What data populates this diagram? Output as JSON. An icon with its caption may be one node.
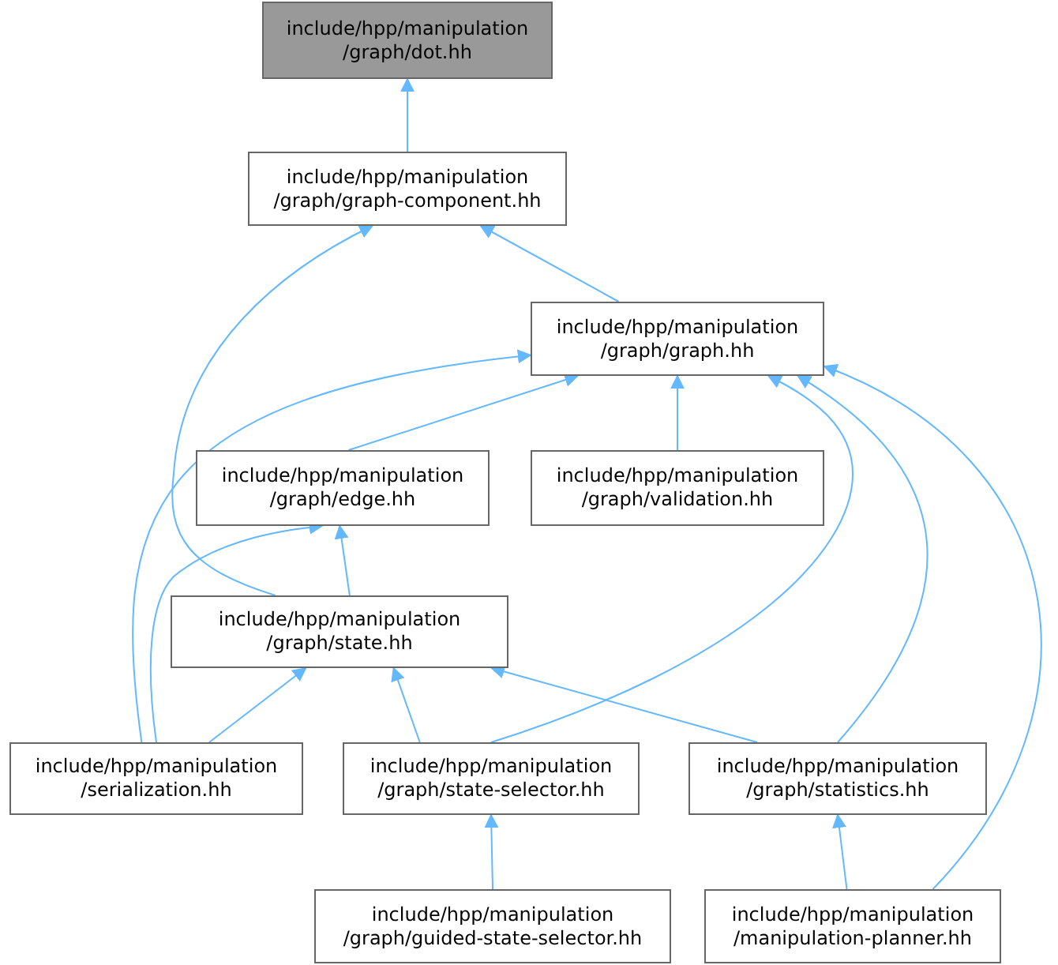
{
  "diagram": {
    "nodes": [
      {
        "text": [
          "include/hpp/manipulation /graph/dot.hh"
        ]
      },
      {
        "text": [
          "include/hpp/manipulation /graph/graph-component.hh"
        ]
      },
      {
        "text": [
          "include/hpp/manipulation /graph/graph.hh"
        ]
      },
      {
        "text": [
          "include/hpp/manipulation /graph/edge.hh"
        ]
      },
      {
        "text": [
          "include/hpp/manipulation /graph/validation.hh"
        ]
      },
      {
        "text": [
          "include/hpp/manipulation /graph/state.hh"
        ]
      },
      {
        "text": [
          "include/hpp/manipulation /serialization.hh"
        ]
      },
      {
        "text": [
          "include/hpp/manipulation /graph/state-selector.hh"
        ]
      },
      {
        "text": [
          "include/hpp/manipulation /graph/statistics.hh"
        ]
      },
      {
        "text": [
          "include/hpp/manipulation /graph/guided-state-selector.hh"
        ]
      },
      {
        "text": [
          "include/hpp/manipulation /manipulation-planner.hh"
        ]
      }
    ],
    "edges": [
      {
        "from": 1,
        "to": 0,
        "arrow": "to"
      },
      {
        "from": 2,
        "to": 1,
        "arrow": "to"
      },
      {
        "from": 5,
        "to": 1,
        "arrow": "to"
      },
      {
        "from": 3,
        "to": 2,
        "arrow": "to"
      },
      {
        "from": 4,
        "to": 2,
        "arrow": "to"
      },
      {
        "from": 6,
        "to": 2,
        "arrow": "to"
      },
      {
        "from": 7,
        "to": 2,
        "arrow": "to"
      },
      {
        "from": 8,
        "to": 2,
        "arrow": "to"
      },
      {
        "from": 10,
        "to": 2,
        "arrow": "to"
      },
      {
        "from": 5,
        "to": 3,
        "arrow": "to"
      },
      {
        "from": 6,
        "to": 3,
        "arrow": "to"
      },
      {
        "from": 6,
        "to": 5,
        "arrow": "to"
      },
      {
        "from": 7,
        "to": 5,
        "arrow": "to"
      },
      {
        "from": 8,
        "to": 5,
        "arrow": "to"
      },
      {
        "from": 9,
        "to": 7,
        "arrow": "to"
      },
      {
        "from": 10,
        "to": 8,
        "arrow": "to"
      }
    ]
  }
}
